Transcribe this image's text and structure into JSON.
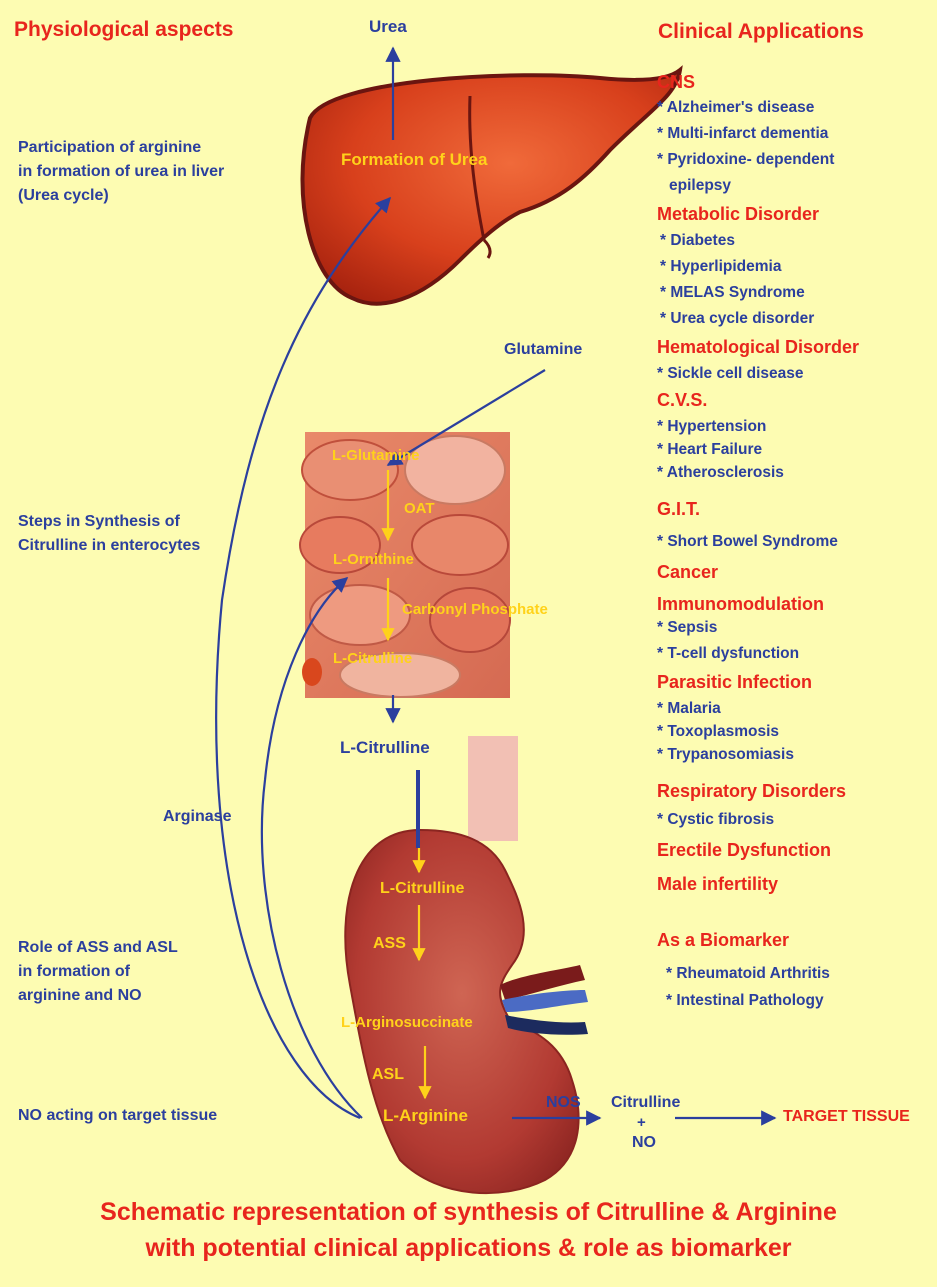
{
  "headings": {
    "left": "Physiological aspects",
    "right": "Clinical Applications",
    "urea": "Urea"
  },
  "physiology": {
    "urea_cycle": [
      "Participation of arginine",
      "in formation of urea in liver",
      "(Urea cycle)"
    ],
    "citrulline_steps": [
      "Steps in Synthesis of",
      "Citrulline in enterocytes"
    ],
    "ass_asl": [
      "Role of ASS and ASL",
      "in formation of",
      "arginine and NO"
    ],
    "no_target": "NO acting on target tissue",
    "arginase": "Arginase"
  },
  "liver": {
    "label": "Formation of Urea"
  },
  "intestine": {
    "glutamine_input": "Glutamine",
    "l_glutamine": "L-Glutamine",
    "oat": "OAT",
    "l_ornithine": "L-Ornithine",
    "carbonyl": "Carbonyl Phosphate",
    "l_citrulline": "L-Citrulline"
  },
  "transport": {
    "l_citrulline": "L-Citrulline"
  },
  "kidney": {
    "l_citrulline": "L-Citrulline",
    "ass": "ASS",
    "l_arginosuccinate": "L-Arginosuccinate",
    "asl": "ASL",
    "l_arginine": "L-Arginine"
  },
  "output": {
    "nos": "NOS",
    "citrulline": "Citrulline",
    "plus": "+",
    "no": "NO",
    "target": "TARGET TISSUE"
  },
  "clinical": {
    "cns": {
      "title": "CNS",
      "items": [
        "* Alzheimer's disease",
        "* Multi-infarct dementia",
        "* Pyridoxine- dependent",
        "epilepsy"
      ]
    },
    "metabolic": {
      "title": "Metabolic Disorder",
      "items": [
        "* Diabetes",
        "* Hyperlipidemia",
        "* MELAS Syndrome",
        "* Urea cycle disorder"
      ]
    },
    "hematological": {
      "title": "Hematological Disorder",
      "items": [
        "* Sickle cell disease"
      ]
    },
    "cvs": {
      "title": "C.V.S.",
      "items": [
        "* Hypertension",
        "* Heart Failure",
        "* Atherosclerosis"
      ]
    },
    "git": {
      "title": "G.I.T.",
      "items": [
        "* Short Bowel Syndrome"
      ]
    },
    "cancer": {
      "title": "Cancer"
    },
    "immuno": {
      "title": "Immunomodulation",
      "items": [
        "* Sepsis",
        "* T-cell dysfunction"
      ]
    },
    "parasitic": {
      "title": "Parasitic Infection",
      "items": [
        "* Malaria",
        "* Toxoplasmosis",
        "* Trypanosomiasis"
      ]
    },
    "respiratory": {
      "title": "Respiratory Disorders",
      "items": [
        "* Cystic fibrosis"
      ]
    },
    "erectile": {
      "title": "Erectile Dysfunction"
    },
    "male": {
      "title": "Male infertility"
    },
    "biomarker": {
      "title": "As a Biomarker",
      "items": [
        "* Rheumatoid Arthritis",
        "* Intestinal Pathology"
      ]
    }
  },
  "footer": [
    "Schematic representation of synthesis of Citrulline & Arginine",
    "with potential clinical applications & role as biomarker"
  ],
  "colors": {
    "background": "#fdfcb2",
    "heading_red": "#e8251d",
    "text_blue": "#2b3f9e",
    "flow_yellow": "#ffd21a",
    "liver": "#d6381d",
    "kidney": "#b83a34"
  }
}
